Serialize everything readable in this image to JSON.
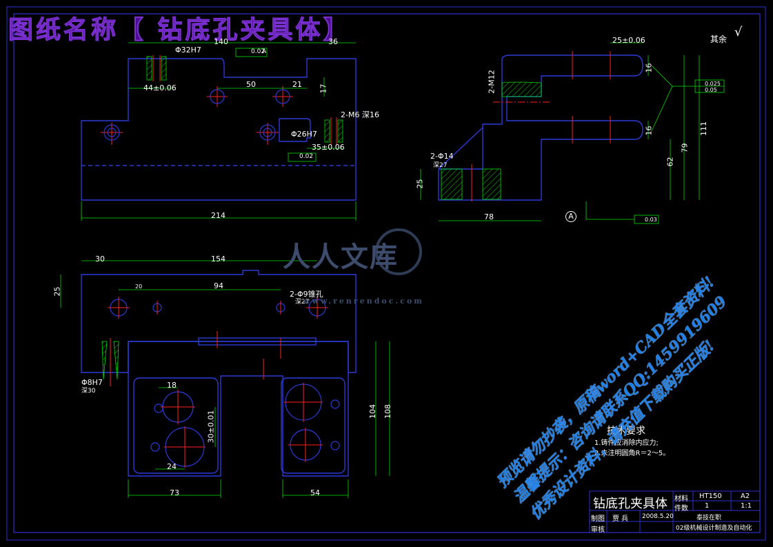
{
  "title_banner": "图纸名称【 钻底孔夹具体】",
  "roughness_note": "其余",
  "dims": {
    "d140": "140",
    "d36": "36",
    "d32h7": "Φ32H7",
    "tol1": "0.02",
    "datA": "A",
    "d50": "50",
    "d21": "21",
    "d17": "17",
    "d44": "44±0.06",
    "m6": "2-M6 深16",
    "d26h7": "Φ26H7",
    "d35": "35±0.06",
    "tol2": "0.02",
    "d214": "214",
    "m12": "2-M12",
    "d25a": "25±0.06",
    "d16a": "16",
    "d16b": "16",
    "d111": "111",
    "d79": "79",
    "d62": "62",
    "d25b": "25",
    "d78": "78",
    "phi14": "2-Φ14",
    "deep27": "深27",
    "perp1": "0.025",
    "par1": "0.05",
    "flat": "0.03",
    "d30": "30",
    "d154": "154",
    "d25c": "25",
    "d20": "20",
    "d94": "94",
    "phi9": "2-Φ9锥孔",
    "deep27b": "深27",
    "phi8": "Φ8H7",
    "deep30": "深30",
    "d18": "18",
    "d30b": "30±0.01",
    "d24": "24",
    "d104": "104",
    "d108": "108",
    "d73": "73",
    "d54": "54"
  },
  "tech": {
    "heading": "技术要求",
    "line1": "1.铸件应消除内应力;",
    "line2": "2.未注明圆角R＝2～5。"
  },
  "title_block": {
    "part_name": "钻底孔夹具体",
    "material_label": "材料",
    "material": "HT150",
    "size": "A2",
    "qty_label": "件数",
    "qty": "1",
    "scale": "1:1",
    "drawn_label": "制图",
    "drawn_by": "贾 兵",
    "date": "2008.5.20",
    "school": "泰技在职",
    "class": "02级机械设计制造及自动化",
    "check_label": "审核"
  },
  "watermark": {
    "logo_text": "人人文库",
    "logo_url": "www.renrendoc.com",
    "line1": "预览请勿抄袭，原稿word+CAD全套资料!",
    "line2": "温馨提示：咨询请联系QQ:1459919609",
    "line3": "优秀设计资料，请充值下载购买正版!"
  },
  "colors": {
    "bg": "#000000",
    "outline": "#3030d0",
    "part": "#2b3bd6",
    "dim": "#00e000",
    "center": "#ff2020",
    "text": "#ffffff",
    "banner": "#4b0e8a"
  }
}
